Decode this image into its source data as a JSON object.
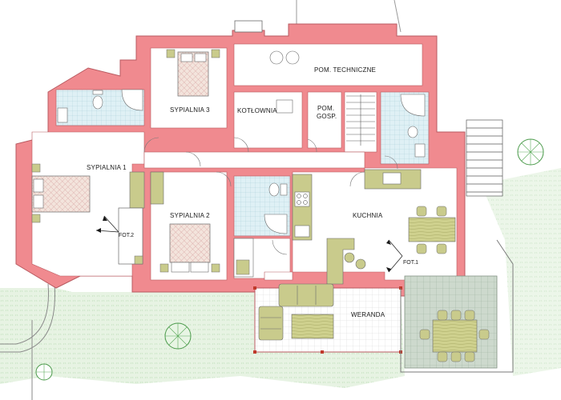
{
  "rooms": {
    "sypialnia1": "SYPIALNIA  1",
    "sypialnia2": "SYPIALNIA 2",
    "sypialnia3": "SYPIALNIA 3",
    "kotlownia": "KOTŁOWNIA",
    "pom_gosp_line1": "POM.",
    "pom_gosp_line2": "GOSP.",
    "pom_techniczne": "POM. TECHNICZNE",
    "kuchnia": "KUCHNIA",
    "weranda": "WERANDA"
  },
  "markers": {
    "fot1": "FOT.1",
    "fot2": "FOT.2"
  },
  "colors": {
    "wall": "#f08a8f",
    "wall_stroke": "#b85a60",
    "tile": "#d7ecf3",
    "furniture": "#c9cb8c",
    "bed": "#efe2d9",
    "terrace": "#c7d6c8",
    "grass": "#c8e6c4"
  }
}
